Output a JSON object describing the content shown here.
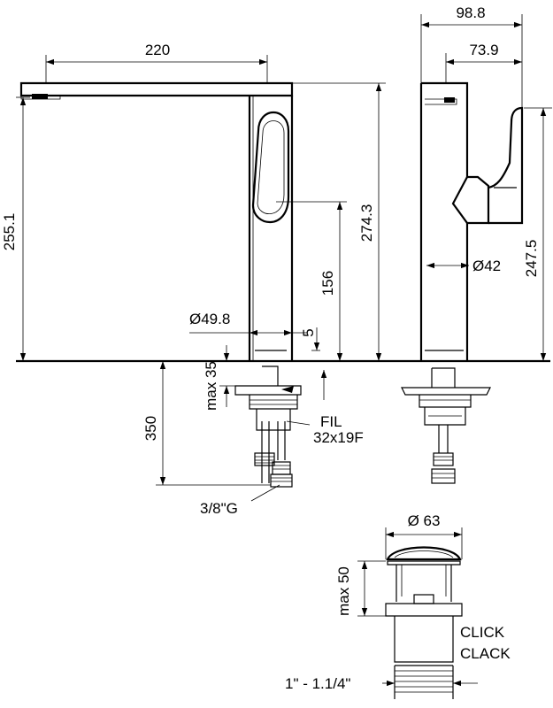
{
  "dimensions": {
    "spout_reach": "220",
    "total_depth": "98.8",
    "handle_depth": "73.9",
    "spout_height": "255.1",
    "total_height": "274.3",
    "lever_height": "156",
    "side_height": "247.5",
    "body_diameter": "Ø49.8",
    "side_diameter": "Ø42",
    "base_gap": "5",
    "max_thickness": "max 35",
    "hose_length": "350",
    "drain_diameter": "Ø 63",
    "drain_max": "max 50",
    "drain_thread": "1\" - 1.1/4\""
  },
  "labels": {
    "fil_line1": "FIL",
    "fil_line2": "32x19F",
    "connection": "3/8\"G",
    "click1": "CLICK",
    "click2": "CLACK"
  }
}
